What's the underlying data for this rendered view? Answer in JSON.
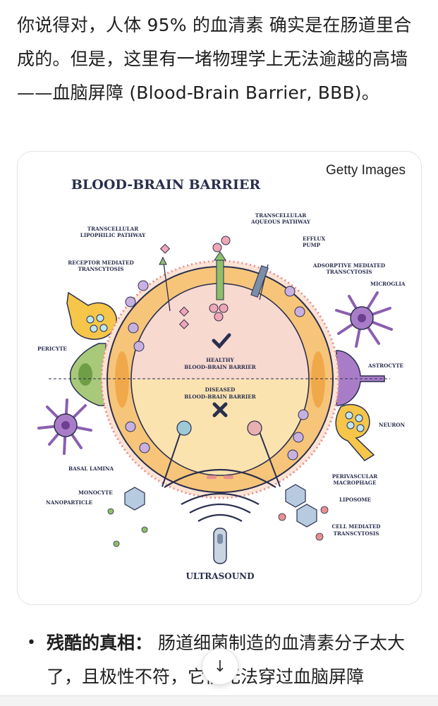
{
  "message": {
    "paragraph": "你说得对，人体 95% 的血清素 确实是在肠道里合成的。但是，这里有一堵物理学上无法逾越的高墙——血脑屏障 (Blood-Brain Barrier, BBB)。"
  },
  "image_card": {
    "credit": "Getty Images",
    "title": "BLOOD-BRAIN BARRIER",
    "labels": {
      "transcellular_lipophilic": [
        "TRANSCELLULAR",
        "LIPOPHILIC PATHWAY"
      ],
      "transcellular_aqueous": [
        "TRANSCELLULAR",
        "AQUEOUS PATHWAY"
      ],
      "efflux_pump": [
        "EFFLUX",
        "PUMP"
      ],
      "receptor_mediated": [
        "RECEPTOR MEDIATED",
        "TRANSCYTOSIS"
      ],
      "adsorptive_mediated": [
        "ADSORPTIVE MEDIATED",
        "TRANSCYTOSIS"
      ],
      "microglia": "MICROGLIA",
      "pericyte": "PERICYTE",
      "astrocyte": "ASTROCYTE",
      "healthy": [
        "HEALTHY",
        "BLOOD-BRAIN BARRIER"
      ],
      "diseased": [
        "DISEASED",
        "BLOOD-BRAIN BARRIER"
      ],
      "neuron": "NEURON",
      "basal_lamina": "BASAL LAMINA",
      "perivascular_macrophage": [
        "PERIVASCULAR",
        "MACROPHAGE"
      ],
      "monocyte": "MONOCYTE",
      "nanoparticle": "NANOPARTICLE",
      "liposome": "LIPOSOME",
      "cell_mediated": [
        "CELL MEDIATED",
        "TRANSCYTOSIS"
      ],
      "ultrasound": "ULTRASOUND"
    }
  },
  "bullet": {
    "strong": "残酷的真相：",
    "text": " 肠道细菌制造的血清素分子太大了，且极性不符，它们无法穿过血脑屏障"
  },
  "controls": {
    "scroll_down_glyph": "↓"
  },
  "colors": {
    "vessel_outer": "#f6c57a",
    "vessel_ring": "#f0a94a",
    "healthy_fill": "#f8d9cf",
    "diseased_fill": "#fbe3b0",
    "accent_purple": "#8b5fb0",
    "accent_green": "#8fbf6a",
    "accent_blue": "#7cc4d8",
    "label_ink": "#2a2f4e"
  }
}
